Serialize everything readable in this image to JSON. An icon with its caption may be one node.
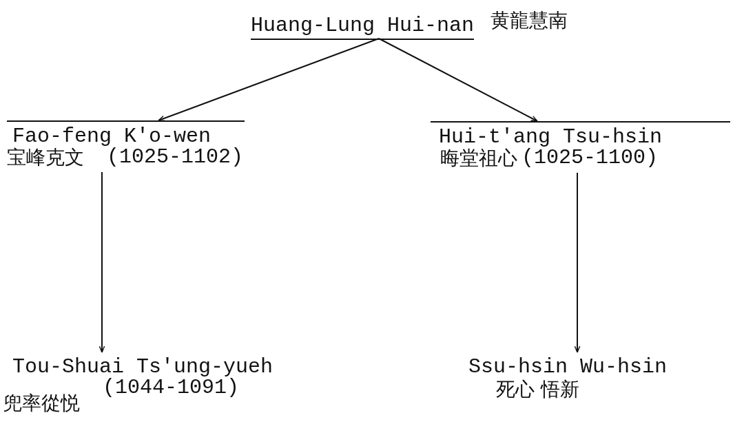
{
  "diagram": {
    "nodes": [
      {
        "text": [
          "Huang-Lung Hui-nan",
          "黄龍慧南"
        ]
      },
      {
        "text": [
          "Fao-feng K'o-wen",
          "宝峰克文",
          "(1025-1102)"
        ]
      },
      {
        "text": [
          "Hui-t'ang Tsu-hsin",
          "晦堂祖心",
          "(1025-1100)"
        ]
      },
      {
        "text": [
          "Tou-Shuai Ts'ung-yueh",
          "(1044-1091)",
          "兜率從悦"
        ]
      },
      {
        "text": [
          "Ssu-hsin Wu-hsin",
          "死心 悟新"
        ]
      }
    ],
    "edges": [
      {
        "from": 0,
        "to": 1,
        "arrow": "to"
      },
      {
        "from": 0,
        "to": 2,
        "arrow": "to"
      },
      {
        "from": 1,
        "to": 3,
        "arrow": "to"
      },
      {
        "from": 2,
        "to": 4,
        "arrow": "to"
      }
    ]
  }
}
